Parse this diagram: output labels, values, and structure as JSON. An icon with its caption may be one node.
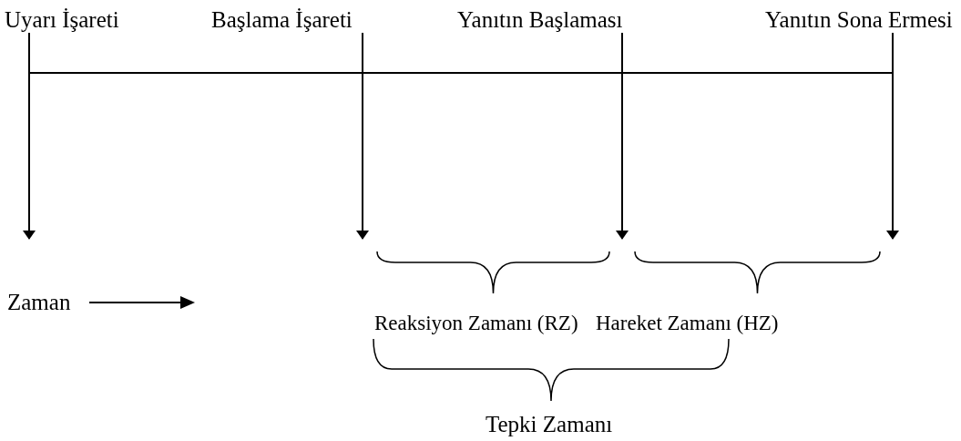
{
  "diagram": {
    "nodes": [
      {
        "text": [
          "Uyarı İşareti"
        ]
      },
      {
        "text": [
          "Başlama İşareti"
        ]
      },
      {
        "text": [
          "Yanıtın Başlaması"
        ]
      },
      {
        "text": [
          "Yanıtın Sona Ermesi"
        ]
      }
    ],
    "edges": [
      {
        "from": 0,
        "to": null,
        "arrow": "to"
      },
      {
        "from": 1,
        "to": null,
        "arrow": "to"
      },
      {
        "from": 2,
        "to": null,
        "arrow": "to"
      },
      {
        "from": 3,
        "to": null,
        "arrow": "to"
      }
    ],
    "labels": [
      "Zaman",
      "Reaksiyon Zamanı (RZ)",
      "Hareket Zamanı (HZ)",
      "Tepki Zamanı"
    ]
  }
}
